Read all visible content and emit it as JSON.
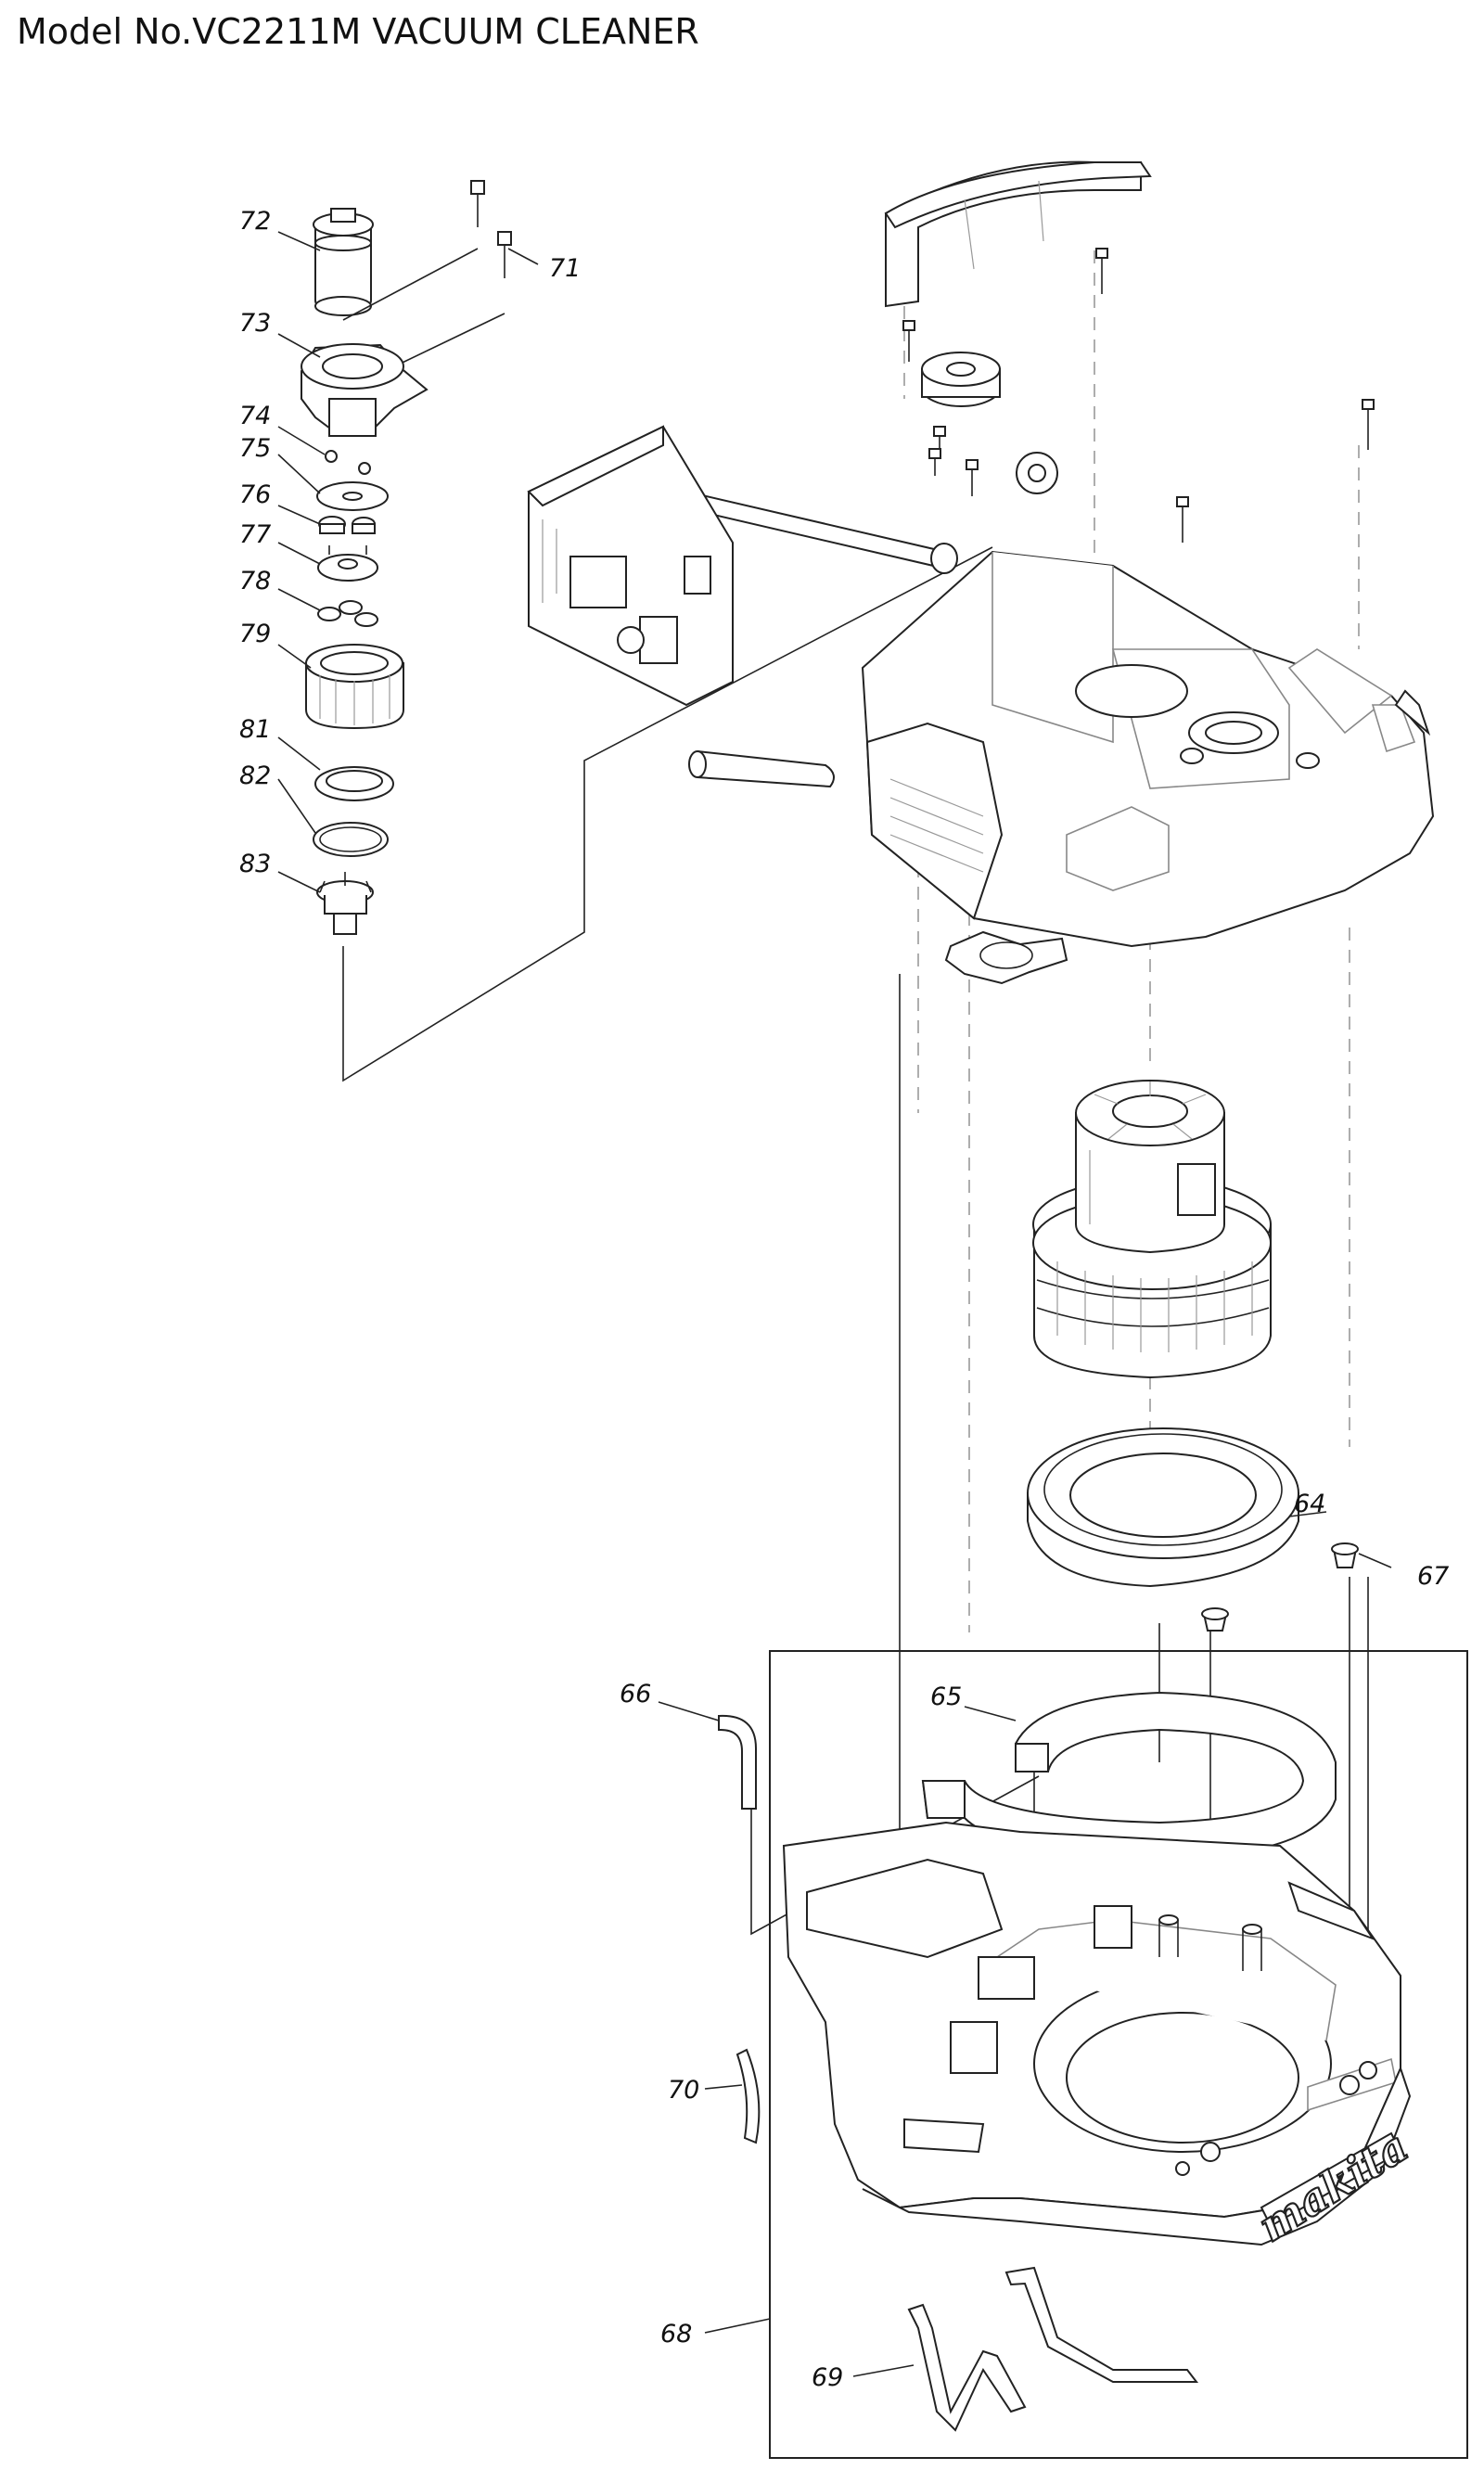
{
  "title": "Model No.VC2211M VACUUM CLEANER",
  "logo_text": "makita",
  "callouts": {
    "c64": "64",
    "c65": "65",
    "c66": "66",
    "c67": "67",
    "c68": "68",
    "c69": "69",
    "c70": "70",
    "c71": "71",
    "c72": "72",
    "c73": "73",
    "c74": "74",
    "c75": "75",
    "c76": "76",
    "c77": "77",
    "c78": "78",
    "c79": "79",
    "c81": "81",
    "c82": "82",
    "c83": "83"
  }
}
